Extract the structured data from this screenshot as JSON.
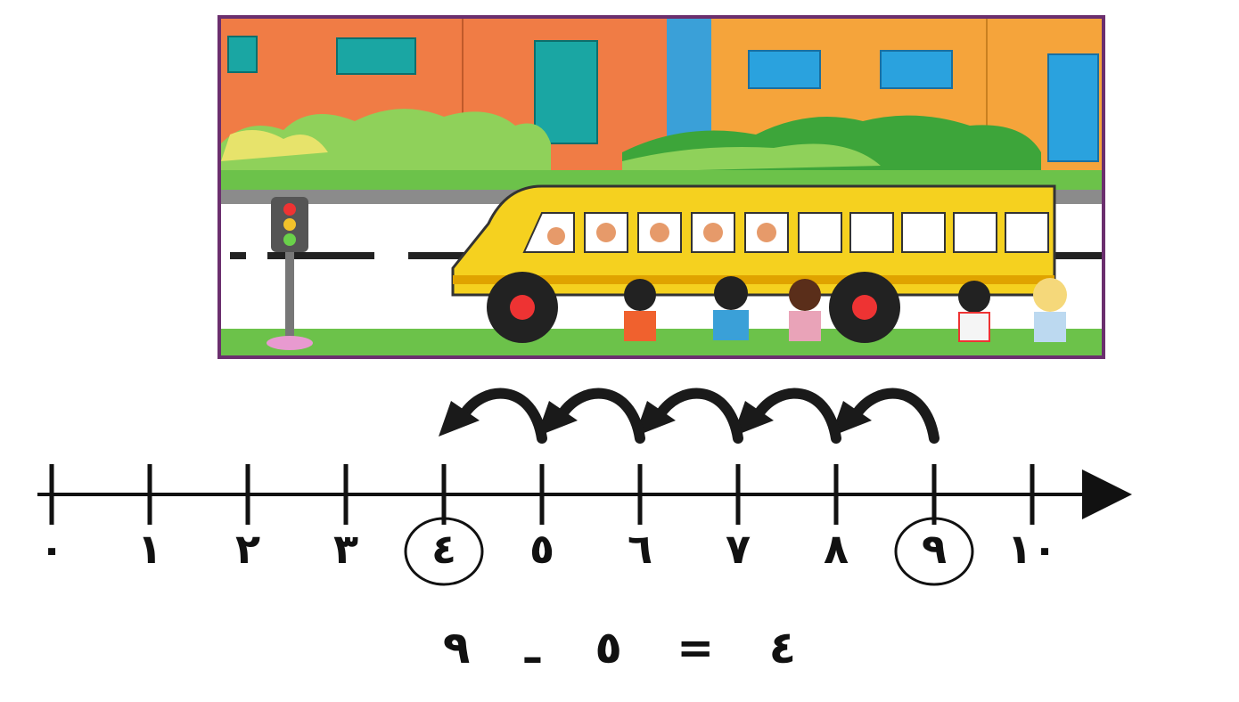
{
  "number_line": {
    "labels": [
      "٠",
      "١",
      "٢",
      "٣",
      "٤",
      "٥",
      "٦",
      "٧",
      "٨",
      "٩",
      "١٠"
    ],
    "start_value": 9,
    "end_value": 4,
    "jumps": 5,
    "circled": [
      "٤",
      "٩"
    ]
  },
  "equation": {
    "minuend": "٩",
    "minus": "ـ",
    "subtrahend": "٥",
    "equals": "=",
    "result": "٤"
  },
  "scene": {
    "wall_colors": [
      "#f07c45",
      "#f5a43b"
    ],
    "bus_color": "#f5d11f",
    "grass_color": "#6cc24a",
    "road_color": "#ffffff",
    "icons": [
      "traffic-light-icon",
      "school-bus-icon",
      "children-icon",
      "building-icon"
    ]
  }
}
